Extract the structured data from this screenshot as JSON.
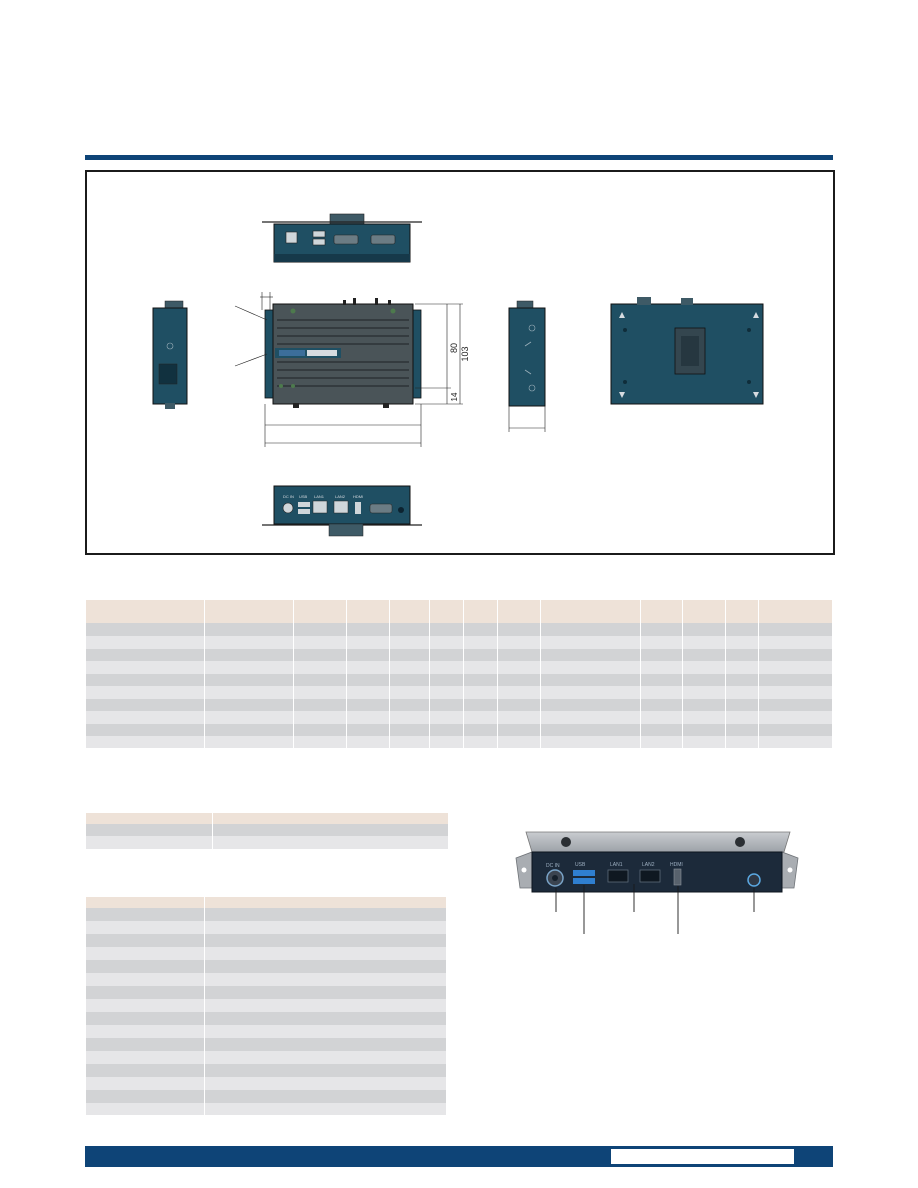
{
  "drawing": {
    "dim_80": "80",
    "dim_103": "103",
    "dim_14": "14",
    "rear_labels": [
      "DC IN",
      "USB",
      "LAN1",
      "LAN2",
      "HDMI"
    ]
  },
  "photo": {
    "port_labels": [
      "DC IN",
      "USB",
      "LAN1",
      "LAN2",
      "HDMI"
    ]
  },
  "tables": {
    "main_rows": 10,
    "small_rows": 2,
    "spec_rows": 16
  },
  "colors": {
    "brand_blue": "#0e4477",
    "device_teal": "#1f4f63",
    "table_header": "#eee2d8",
    "row_dark": "#d2d3d5",
    "row_light": "#e6e6e8"
  }
}
